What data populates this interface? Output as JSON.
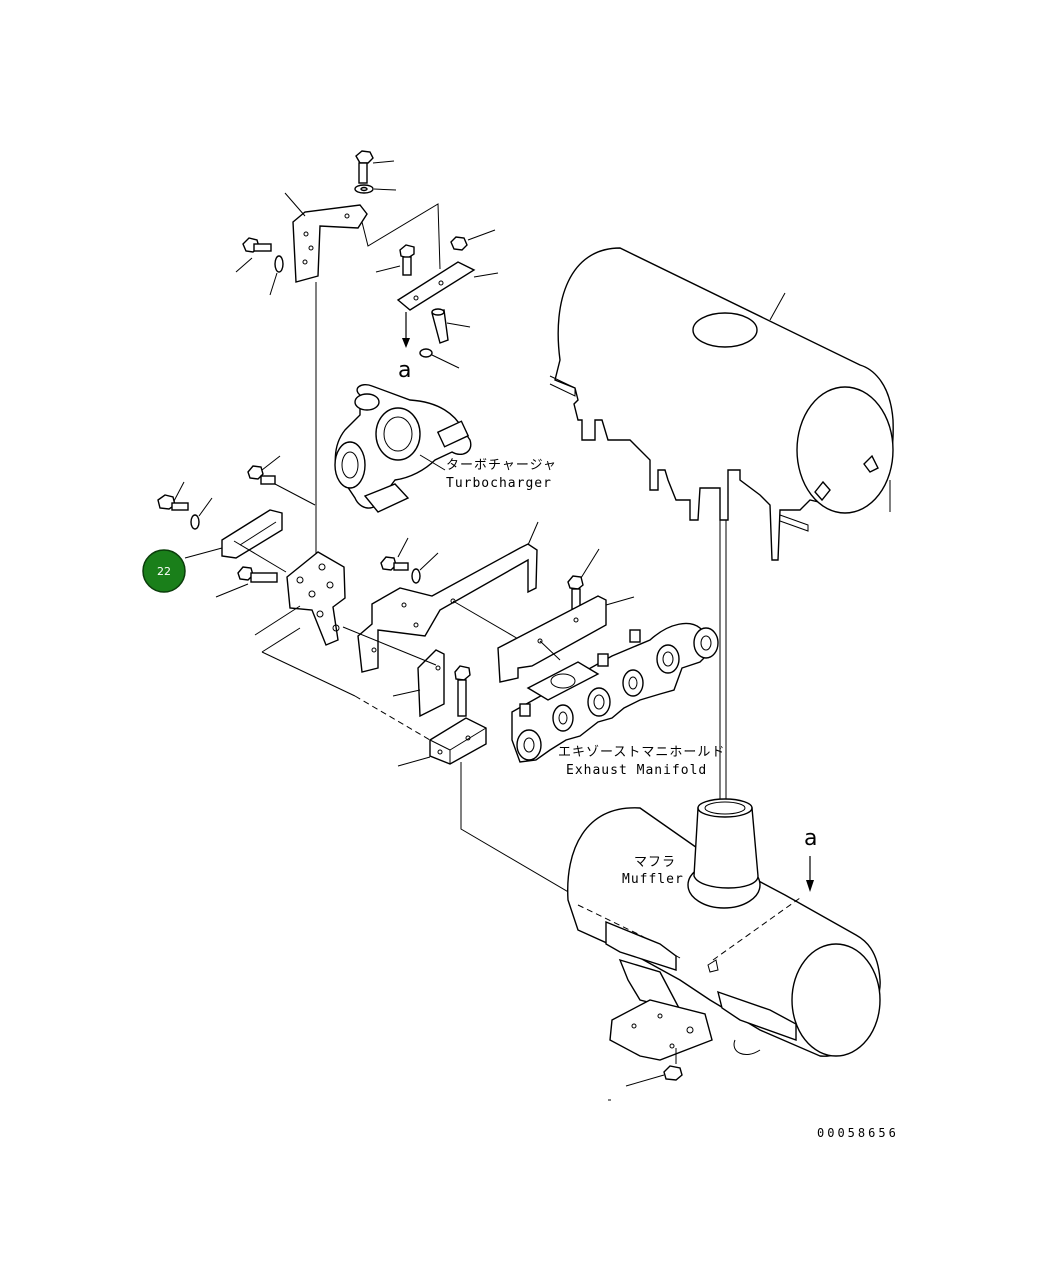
{
  "labels": {
    "turbocharger_jp": "ターボチャージャ",
    "turbocharger_en": "Turbocharger",
    "exhaust_manifold_jp": "エキゾーストマニホールド",
    "exhaust_manifold_en": "Exhaust Manifold",
    "muffler_jp": "マフラ",
    "muffler_en": "Muffler",
    "view_arrow_top": "a",
    "view_arrow_bottom": "a",
    "drawing_code": "00058656"
  },
  "callout": {
    "number": "22",
    "fill_color": "#1a7f1a",
    "text_color": "#ffffff"
  },
  "colors": {
    "line": "#000000",
    "background": "#ffffff"
  }
}
